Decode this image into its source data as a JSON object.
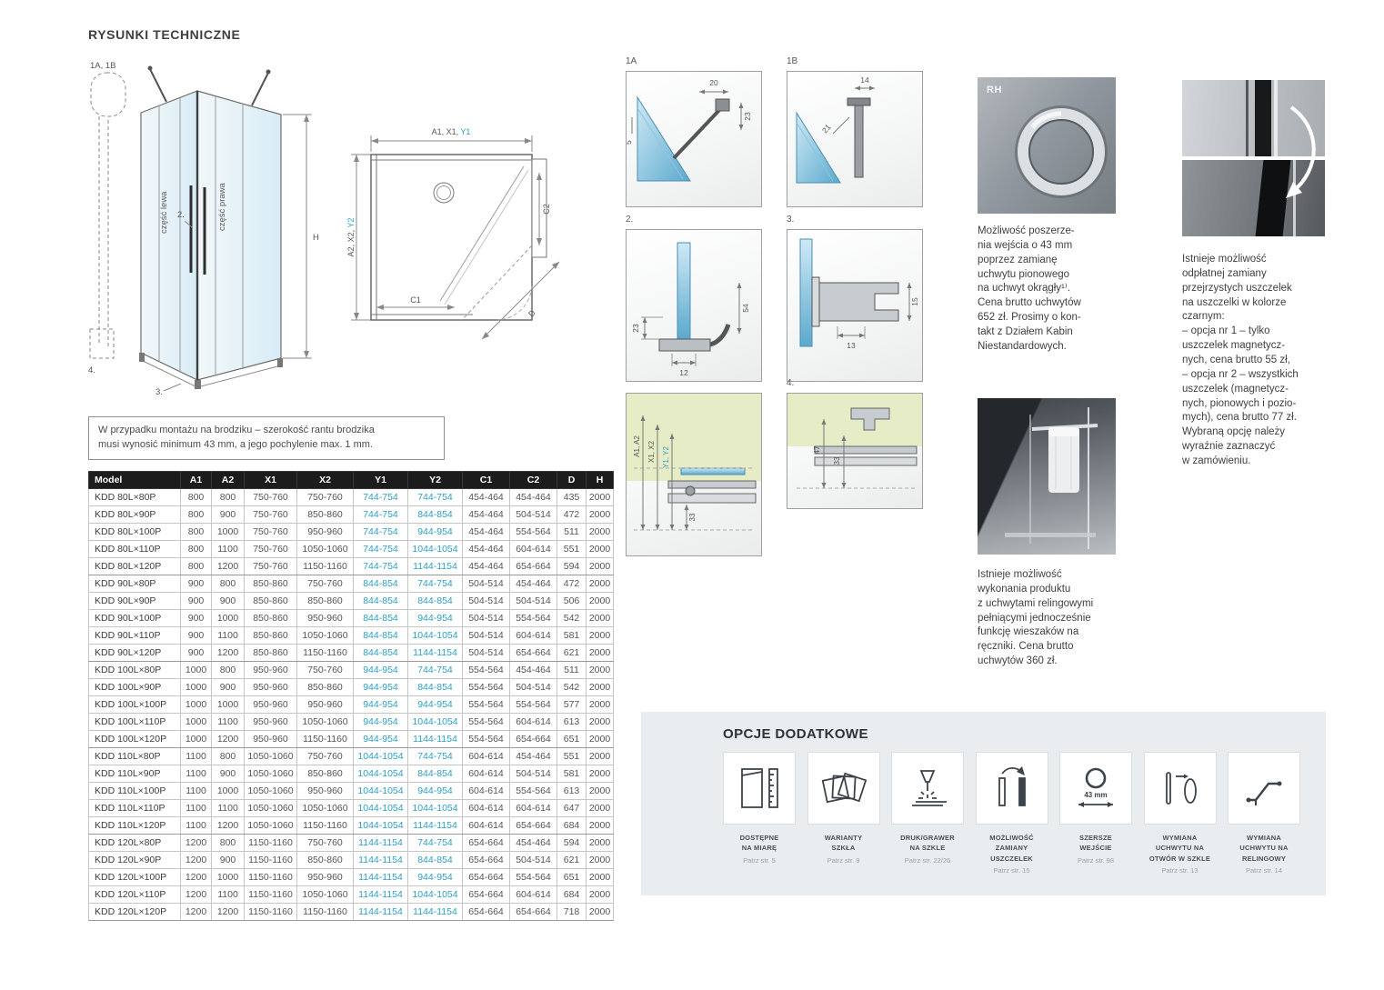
{
  "page": {
    "title": "RYSUNKI TECHNICZNE"
  },
  "colors": {
    "accent_teal": "#2E9FC4",
    "table_header_bg": "#1c1c1c",
    "options_panel_bg": "#e9edef",
    "detail_green": "#e6ecc5"
  },
  "note_box": {
    "text": "W przypadku montażu na brodziku – szerokość rantu brodzika\nmusi wynosić minimum 43 mm, a jego pochylenie max. 1 mm."
  },
  "corner_drawing": {
    "callout_1a1b": "1A, 1B",
    "label_left": "część lewa",
    "label_right": "część prawa",
    "callout_2": "2.",
    "callout_3": "3.",
    "callout_4": "4.",
    "dim_h": "H"
  },
  "top_view": {
    "dim_top_black": "A1, X1, ",
    "dim_top_blue": "Y1",
    "dim_left_black": "A2, X2, ",
    "dim_left_blue": "Y2",
    "dim_c1": "C1",
    "dim_c2": "C2",
    "dim_d": "D"
  },
  "details": {
    "d1a": {
      "label": "1A",
      "dim_20": "20",
      "dim_23": "23",
      "dim_5": "5"
    },
    "d1b": {
      "label": "1B",
      "dim_14": "14",
      "dim_21": "21"
    },
    "d2": {
      "label": "2.",
      "dim_23": "23",
      "dim_12": "12",
      "dim_54": "54"
    },
    "d3": {
      "label": "3.",
      "dim_13": "13",
      "dim_15": "15"
    },
    "d4a": {
      "dim_a": "A1, A2",
      "dim_x": "X1, X2",
      "dim_y": "Y1, Y2",
      "dim_33": "33"
    },
    "d4b": {
      "label": "4.",
      "dim_47": "47",
      "dim_33": "33"
    }
  },
  "rh_block": {
    "photo_label": "RH",
    "text": "Możliwość poszerze-\nnia wejścia o 43 mm\npoprzez zamianę\nuchwytu pionowego\nna uchwyt okrągły¹⁾.\nCena brutto uchwytów\n652 zł. Prosimy o kon-\ntakt z Działem Kabin\nNiestandardowych."
  },
  "reling_block": {
    "text": "Istnieje możliwość\nwykonania produktu\nz uchwytami relingowymi\npełniącymi jednocześnie\nfunkcję wieszaków na\nręczniki. Cena brutto\nuchwytów 360 zł."
  },
  "seals_block": {
    "text": "Istnieje możliwość\nodpłatnej zamiany\nprzejrzystych uszczelek\nna uszczelki w kolorze\nczarnym:\n– opcja nr 1 – tylko\nuszczelek magnetycz-\nnych, cena brutto 55 zł,\n– opcja nr 2 – wszystkich\nuszczelek (magnetycz-\nnych, pionowych i pozio-\nmych), cena brutto 77 zł.\nWybraną opcję należy\nwyraźnie zaznaczyć\nw zamówieniu."
  },
  "table": {
    "headers": [
      "Model",
      "A1",
      "A2",
      "X1",
      "X2",
      "Y1",
      "Y2",
      "C1",
      "C2",
      "D",
      "H"
    ],
    "rows": [
      [
        "KDD 80L×80P",
        "800",
        "800",
        "750-760",
        "750-760",
        "744-754",
        "744-754",
        "454-464",
        "454-464",
        "435",
        "2000"
      ],
      [
        "KDD 80L×90P",
        "800",
        "900",
        "750-760",
        "850-860",
        "744-754",
        "844-854",
        "454-464",
        "504-514",
        "472",
        "2000"
      ],
      [
        "KDD 80L×100P",
        "800",
        "1000",
        "750-760",
        "950-960",
        "744-754",
        "944-954",
        "454-464",
        "554-564",
        "511",
        "2000"
      ],
      [
        "KDD 80L×110P",
        "800",
        "1100",
        "750-760",
        "1050-1060",
        "744-754",
        "1044-1054",
        "454-464",
        "604-614",
        "551",
        "2000"
      ],
      [
        "KDD 80L×120P",
        "800",
        "1200",
        "750-760",
        "1150-1160",
        "744-754",
        "1144-1154",
        "454-464",
        "654-664",
        "594",
        "2000"
      ],
      [
        "KDD 90L×80P",
        "900",
        "800",
        "850-860",
        "750-760",
        "844-854",
        "744-754",
        "504-514",
        "454-464",
        "472",
        "2000"
      ],
      [
        "KDD 90L×90P",
        "900",
        "900",
        "850-860",
        "850-860",
        "844-854",
        "844-854",
        "504-514",
        "504-514",
        "506",
        "2000"
      ],
      [
        "KDD 90L×100P",
        "900",
        "1000",
        "850-860",
        "950-960",
        "844-854",
        "944-954",
        "504-514",
        "554-564",
        "542",
        "2000"
      ],
      [
        "KDD 90L×110P",
        "900",
        "1100",
        "850-860",
        "1050-1060",
        "844-854",
        "1044-1054",
        "504-514",
        "604-614",
        "581",
        "2000"
      ],
      [
        "KDD 90L×120P",
        "900",
        "1200",
        "850-860",
        "1150-1160",
        "844-854",
        "1144-1154",
        "504-514",
        "654-664",
        "621",
        "2000"
      ],
      [
        "KDD 100L×80P",
        "1000",
        "800",
        "950-960",
        "750-760",
        "944-954",
        "744-754",
        "554-564",
        "454-464",
        "511",
        "2000"
      ],
      [
        "KDD 100L×90P",
        "1000",
        "900",
        "950-960",
        "850-860",
        "944-954",
        "844-854",
        "554-564",
        "504-514",
        "542",
        "2000"
      ],
      [
        "KDD 100L×100P",
        "1000",
        "1000",
        "950-960",
        "950-960",
        "944-954",
        "944-954",
        "554-564",
        "554-564",
        "577",
        "2000"
      ],
      [
        "KDD 100L×110P",
        "1000",
        "1100",
        "950-960",
        "1050-1060",
        "944-954",
        "1044-1054",
        "554-564",
        "604-614",
        "613",
        "2000"
      ],
      [
        "KDD 100L×120P",
        "1000",
        "1200",
        "950-960",
        "1150-1160",
        "944-954",
        "1144-1154",
        "554-564",
        "654-664",
        "651",
        "2000"
      ],
      [
        "KDD 110L×80P",
        "1100",
        "800",
        "1050-1060",
        "750-760",
        "1044-1054",
        "744-754",
        "604-614",
        "454-464",
        "551",
        "2000"
      ],
      [
        "KDD 110L×90P",
        "1100",
        "900",
        "1050-1060",
        "850-860",
        "1044-1054",
        "844-854",
        "604-614",
        "504-514",
        "581",
        "2000"
      ],
      [
        "KDD 110L×100P",
        "1100",
        "1000",
        "1050-1060",
        "950-960",
        "1044-1054",
        "944-954",
        "604-614",
        "554-564",
        "613",
        "2000"
      ],
      [
        "KDD 110L×110P",
        "1100",
        "1100",
        "1050-1060",
        "1050-1060",
        "1044-1054",
        "1044-1054",
        "604-614",
        "604-614",
        "647",
        "2000"
      ],
      [
        "KDD 110L×120P",
        "1100",
        "1200",
        "1050-1060",
        "1150-1160",
        "1044-1054",
        "1144-1154",
        "604-614",
        "654-664",
        "684",
        "2000"
      ],
      [
        "KDD 120L×80P",
        "1200",
        "800",
        "1150-1160",
        "750-760",
        "1144-1154",
        "744-754",
        "654-664",
        "454-464",
        "594",
        "2000"
      ],
      [
        "KDD 120L×90P",
        "1200",
        "900",
        "1150-1160",
        "850-860",
        "1144-1154",
        "844-854",
        "654-664",
        "504-514",
        "621",
        "2000"
      ],
      [
        "KDD 120L×100P",
        "1200",
        "1000",
        "1150-1160",
        "950-960",
        "1144-1154",
        "944-954",
        "654-664",
        "554-564",
        "651",
        "2000"
      ],
      [
        "KDD 120L×110P",
        "1200",
        "1100",
        "1150-1160",
        "1050-1060",
        "1144-1154",
        "1044-1054",
        "654-664",
        "604-614",
        "684",
        "2000"
      ],
      [
        "KDD 120L×120P",
        "1200",
        "1200",
        "1150-1160",
        "1150-1160",
        "1144-1154",
        "1144-1154",
        "654-664",
        "654-664",
        "718",
        "2000"
      ]
    ]
  },
  "options": {
    "title": "OPCJE DODATKOWE",
    "wider_entry_measure": "43 mm",
    "items": [
      {
        "icon": "made-to-measure",
        "label": "DOSTĘPNE\nNA MIARĘ",
        "page": "Patrz str. 5"
      },
      {
        "icon": "glass-variants",
        "label": "WARIANTY\nSZKŁA",
        "page": "Patrz str. 9"
      },
      {
        "icon": "print-engrave",
        "label": "DRUK/GRAWER\nNA SZKLE",
        "page": "Patrz str. 22/26"
      },
      {
        "icon": "seal-swap",
        "label": "MOŻLIWOŚĆ\nZAMIANY\nUSZCZELEK",
        "page": "Patrz str. 15"
      },
      {
        "icon": "wider-entry",
        "label": "SZERSZE\nWEJŚCIE",
        "page": "Patrz str. 98"
      },
      {
        "icon": "handle-to-hole",
        "label": "WYMIANA\nUCHWYTU NA\nOTWÓR W SZKLE",
        "page": "Patrz str. 13"
      },
      {
        "icon": "handle-to-rail",
        "label": "WYMIANA\nUCHWYTU NA\nRELINGOWY",
        "page": "Patrz str. 14"
      }
    ]
  }
}
